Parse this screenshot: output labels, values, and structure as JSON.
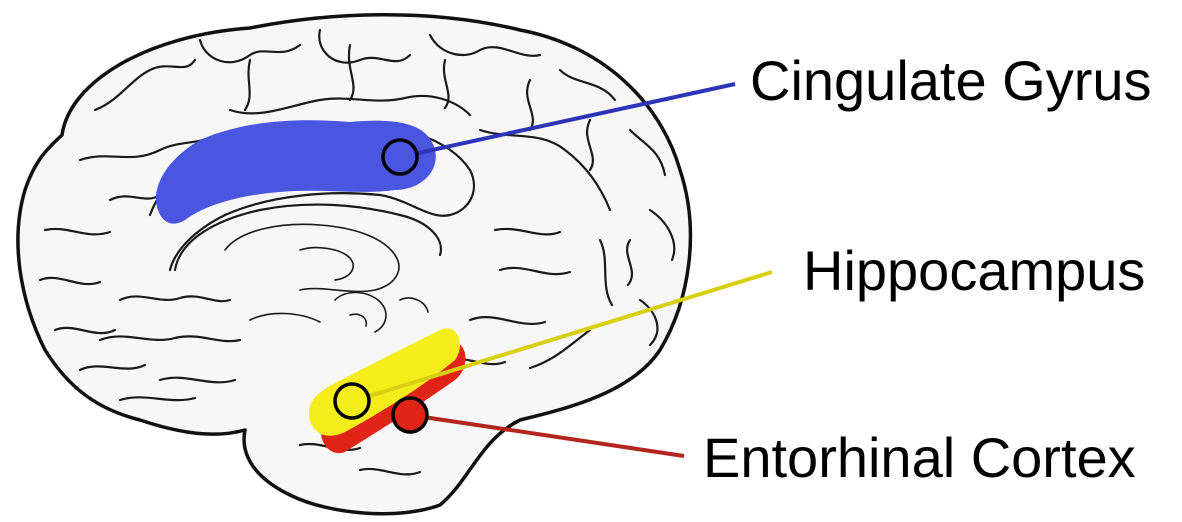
{
  "regions": [
    {
      "id": "cingulate",
      "label": "Cingulate Gyrus",
      "color": "#4a56e0",
      "line_color": "#2c34b8"
    },
    {
      "id": "hippocampus",
      "label": "Hippocampus",
      "color": "#f5ec1c",
      "line_color": "#d8cf10"
    },
    {
      "id": "entorhinal",
      "label": "Entorhinal Cortex",
      "color": "#e02418",
      "line_color": "#b3261e"
    }
  ],
  "marker_outline_color": "#000000",
  "background": "#ffffff"
}
